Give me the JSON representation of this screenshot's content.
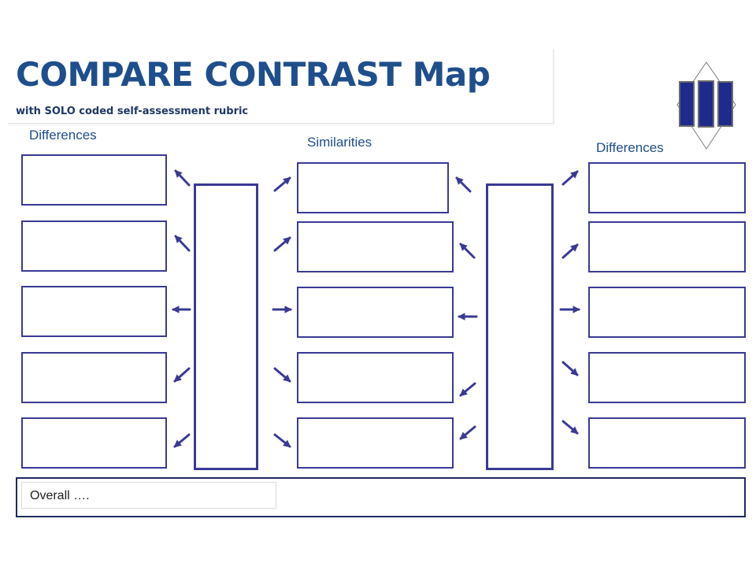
{
  "header": {
    "title": "COMPARE CONTRAST Map",
    "subtitle": "with SOLO coded self-assessment rubric"
  },
  "columns": {
    "left_label": "Differences",
    "middle_label": "Similarities",
    "right_label": "Differences"
  },
  "overall": {
    "label": "Overall …."
  },
  "logo": {
    "icon": "solo-relational-icon"
  },
  "colors": {
    "title": "#1f4e8c",
    "box_border": "#3a3a94",
    "arrow": "#3a3a94",
    "logo_fill": "#1e2a8c"
  }
}
